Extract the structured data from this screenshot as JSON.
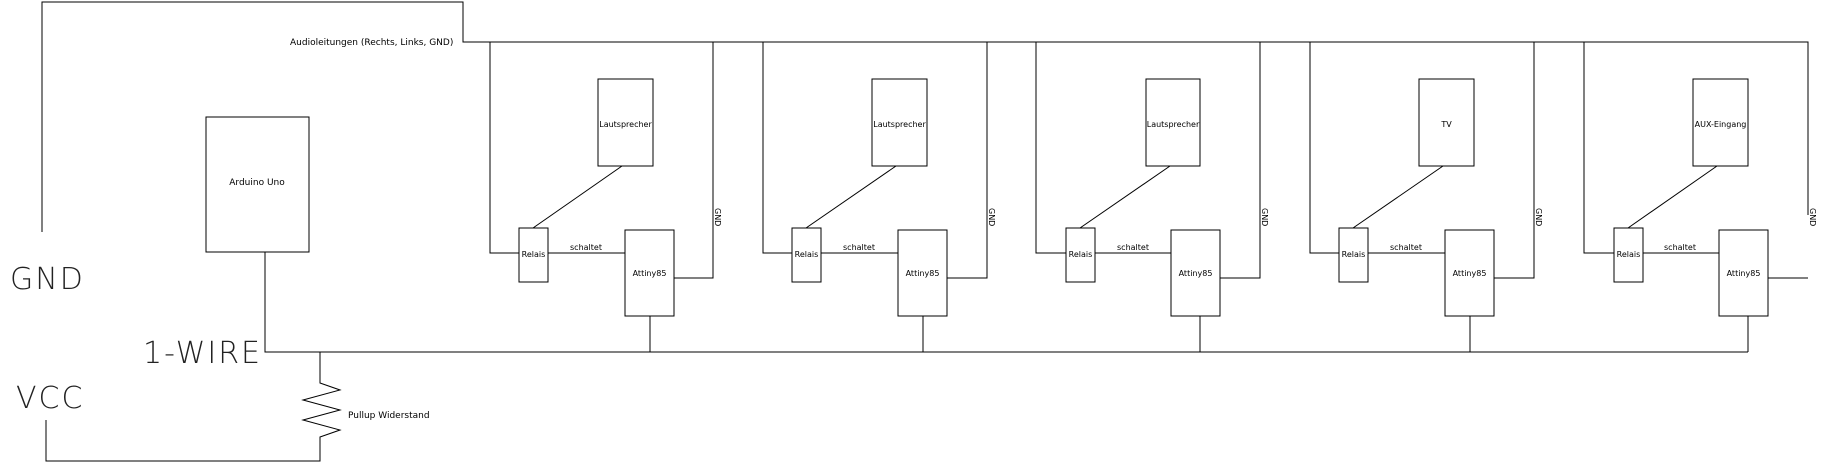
{
  "labels": {
    "audio_lines": "Audioleitungen (Rechts, Links, GND)",
    "gnd": "GND",
    "vcc": "VCC",
    "one_wire": "1-WIRE",
    "arduino": "Arduino Uno",
    "pullup": "Pullup Widerstand"
  },
  "modules": [
    {
      "device": "Lautsprecher",
      "relay": "Relais",
      "switch_label": "schaltet",
      "controller": "Attiny85",
      "gnd": "GND"
    },
    {
      "device": "Lautsprecher",
      "relay": "Relais",
      "switch_label": "schaltet",
      "controller": "Attiny85",
      "gnd": "GND"
    },
    {
      "device": "Lautsprecher",
      "relay": "Relais",
      "switch_label": "schaltet",
      "controller": "Attiny85",
      "gnd": "GND"
    },
    {
      "device": "TV",
      "relay": "Relais",
      "switch_label": "schaltet",
      "controller": "Attiny85",
      "gnd": "GND"
    },
    {
      "device": "AUX-Eingang",
      "relay": "Relais",
      "switch_label": "schaltet",
      "controller": "Attiny85",
      "gnd": "GND"
    }
  ]
}
